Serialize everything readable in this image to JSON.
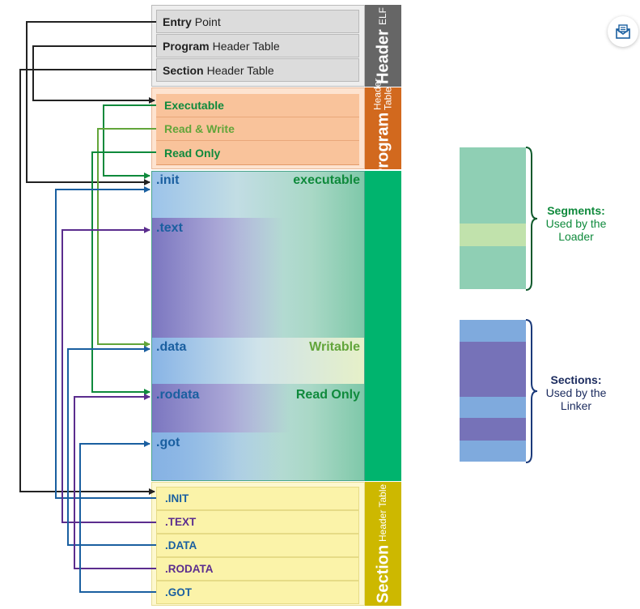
{
  "elf_header": {
    "side_small": "ELF",
    "side_big": "Header",
    "rows": [
      {
        "bold": "Entry",
        "rest": "Point"
      },
      {
        "bold": "Program",
        "rest": "Header Table"
      },
      {
        "bold": "Section",
        "rest": "Header Table"
      }
    ]
  },
  "program_header": {
    "side_big": "Program",
    "side_small": "Header Table",
    "rows": [
      "Executable",
      "Read & Write",
      "Read Only"
    ]
  },
  "sections": {
    "names": [
      ".init",
      ".text",
      ".data",
      ".rodata",
      ".got"
    ],
    "segment_labels": [
      "executable",
      "Writable",
      "Read Only"
    ]
  },
  "section_header": {
    "side_big": "Section",
    "side_small": "Header Table",
    "rows": [
      ".INIT",
      ".TEXT",
      ".DATA",
      ".RODATA",
      ".GOT"
    ]
  },
  "legend": {
    "segments": {
      "title": "Segments:",
      "line1": "Used by the",
      "line2": "Loader"
    },
    "sections": {
      "title": "Sections:",
      "line1": "Used by the",
      "line2": "Linker"
    }
  },
  "colors": {
    "elf_side": "#666666",
    "program_side": "#d2691e",
    "sections_side": "#00b46e",
    "section_header_side": "#cdb800",
    "exec_green": "#0f8a3c",
    "rw_green": "#62a53a",
    "blue": "#1a5fa0",
    "purple": "#5b2d8e",
    "navy": "#1b2b5e"
  },
  "icons": {
    "corner_button": "envelope-icon"
  }
}
